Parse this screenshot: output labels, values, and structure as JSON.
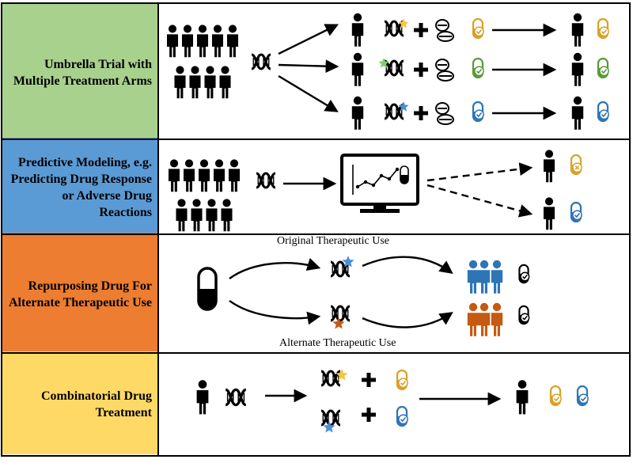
{
  "colors": {
    "green": "#a9d18e",
    "blue": "#5b9bd5",
    "orange": "#ed7d31",
    "yellow": "#ffd966",
    "gold": "#d9a227",
    "pillGreen": "#5a9a3a",
    "pillBlue": "#2e75b6",
    "starGold": "#f5c542",
    "starGreen": "#7bd36a",
    "starBlue": "#4a8fd8",
    "personBlue": "#2e75b6",
    "personOrange": "#c55a11",
    "ink": "#000000"
  },
  "rows": [
    {
      "label": "Umbrella Trial with Multiple Treatment Arms",
      "color": "green"
    },
    {
      "label": "Predictive Modeling, e.g. Predicting Drug Response or Adverse Drug Reactions",
      "color": "blue"
    },
    {
      "label": "Repurposing Drug For Alternate Therapeutic Use",
      "color": "orange"
    },
    {
      "label": "Combinatorial Drug Treatment",
      "color": "yellow"
    }
  ],
  "captions": {
    "original": "Original Therapeutic Use",
    "alternate": "Alternate Therapeutic Use"
  },
  "icons": [
    "person-icon",
    "dna-icon",
    "star-icon",
    "pill-check-icon",
    "pill-x-icon",
    "tablets-icon",
    "monitor-chart-icon",
    "capsule-icon",
    "arrow-icon"
  ]
}
